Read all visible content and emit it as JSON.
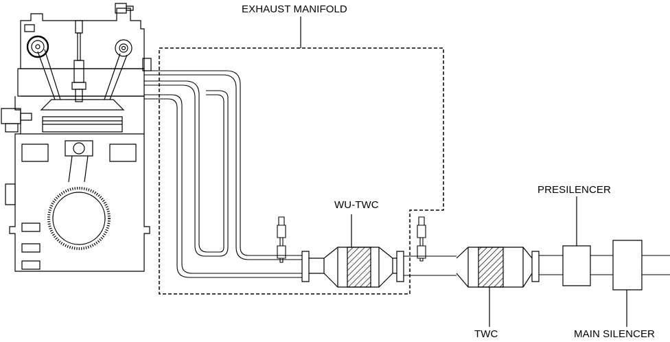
{
  "labels": {
    "exhaust_manifold": "EXHAUST MANIFOLD",
    "wu_twc": "WU-TWC",
    "presilencer": "PRESILENCER",
    "twc": "TWC",
    "main_silencer": "MAIN SILENCER"
  },
  "colors": {
    "line": "#000000",
    "background": "#ffffff"
  }
}
